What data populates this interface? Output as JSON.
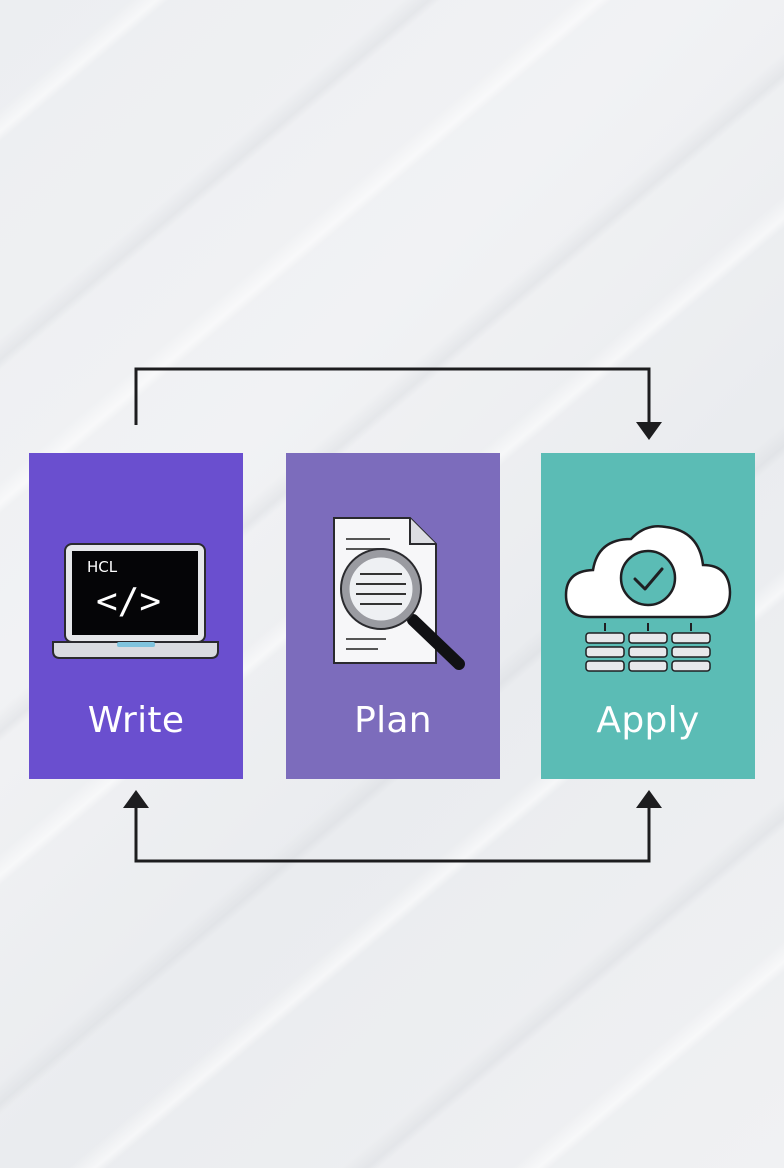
{
  "steps": [
    {
      "label": "Write",
      "icon": "laptop-code-icon",
      "icon_text": "HCL",
      "color": "#6a4fcf"
    },
    {
      "label": "Plan",
      "icon": "document-magnifier-icon",
      "color": "#7c6cbc"
    },
    {
      "label": "Apply",
      "icon": "cloud-check-servers-icon",
      "color": "#5bbcb5"
    }
  ],
  "connectors": [
    {
      "from": "Write",
      "to": "Apply",
      "route": "top",
      "arrowhead": "Apply"
    },
    {
      "from": "Apply",
      "to": "Write",
      "route": "bottom",
      "arrowheads": [
        "Write",
        "Apply"
      ]
    }
  ],
  "colors": {
    "background": "#eef0f2",
    "arrow": "#1d1d1f",
    "label": "#ffffff"
  }
}
